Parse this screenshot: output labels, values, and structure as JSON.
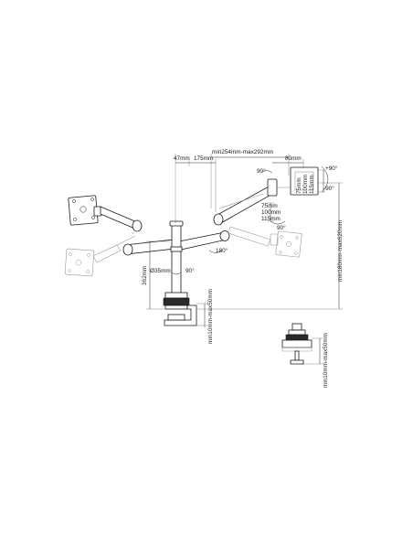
{
  "dimensions": {
    "arm_reach": "min254mm-max292mm",
    "offset_47": "47mm",
    "segment_175": "175mm",
    "bracket_80": "80mm",
    "vesa_75": "75mm",
    "vesa_100": "100mm",
    "vesa_115": "115mm",
    "pole_height": "362mm",
    "pole_diameter": "Ø35mm",
    "height_range": "min180mm-max620mm",
    "clamp_range_main": "min10mm-max50mm",
    "clamp_range_grommet": "min10mm-max50mm"
  },
  "rotations": {
    "tilt_up": "+90°",
    "tilt_down": "-90°",
    "swivel_top": "90°",
    "swivel_right": "90°",
    "swivel_pole": "90°",
    "swivel_center": "180°"
  }
}
